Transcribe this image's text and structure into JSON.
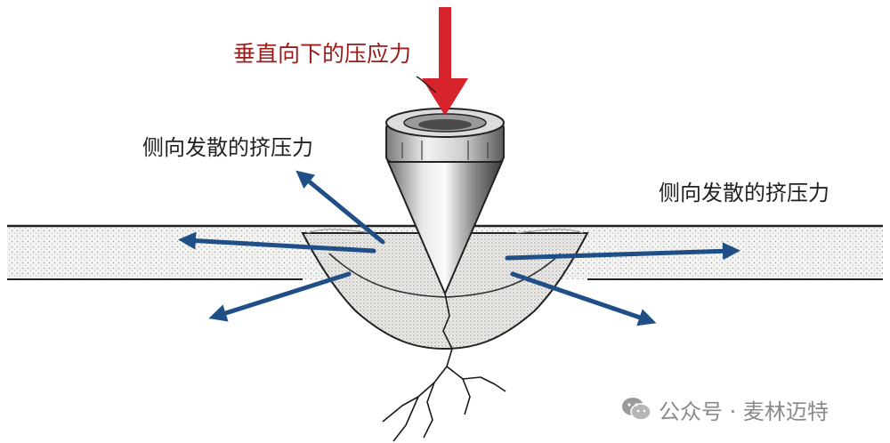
{
  "labels": {
    "top_force": "垂直向下的压应力",
    "left_force": "侧向发散的挤压力",
    "right_force": "侧向发散的挤压力"
  },
  "watermark": {
    "text": "公众号 · 麦林迈特",
    "icon": "wechat-icon"
  },
  "colors": {
    "vertical_arrow": "#d7232b",
    "lateral_arrows": "#1f4f86",
    "top_label": "#9b1b1b",
    "material_fill": "#f1f1ef",
    "line": "#222222"
  }
}
